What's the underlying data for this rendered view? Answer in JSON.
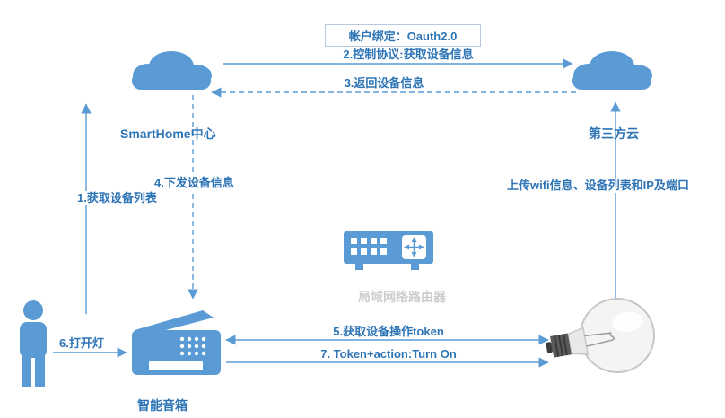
{
  "colors": {
    "accent": "#5B9BD5",
    "text": "#2E75B6"
  },
  "oauth_box": {
    "label": "帐户绑定：Oauth2.0"
  },
  "nodes": {
    "smarthome_cloud": "SmartHome中心",
    "third_party_cloud": "第三方云",
    "smart_speaker": "智能音箱",
    "router_watermark": "局域网络路由器"
  },
  "edges": {
    "e1": "1.获取设备列表",
    "e2": "2.控制协议:获取设备信息",
    "e3": "3.返回设备信息",
    "e4": "4.下发设备信息",
    "e5": "5.获取设备操作token",
    "e6": "6.打开灯",
    "e7": "7. Token+action:Turn On",
    "upload": "上传wifi信息、设备列表和IP及端口"
  }
}
